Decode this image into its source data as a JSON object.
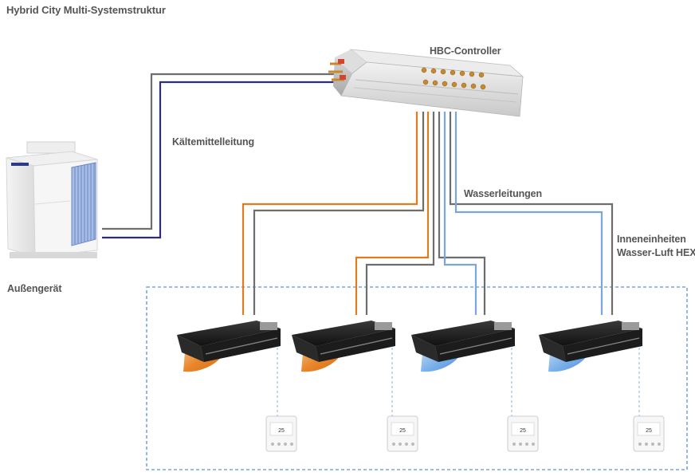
{
  "title": "Hybrid City Multi-Systemstruktur",
  "labels": {
    "controller": "HBC-Controller",
    "refrigerant_line": "Kältemittelleitung",
    "water_lines": "Wasserleitungen",
    "indoor_units_line1": "Inneneinheiten",
    "indoor_units_line2": "Wasser-Luft HEX",
    "outdoor_unit": "Außengerät"
  },
  "colors": {
    "pipe_gray": "#6e6e6e",
    "pipe_navy": "#2d2d7a",
    "pipe_orange": "#e07b1e",
    "pipe_blue": "#7aa6dc",
    "dashed_frame": "#7aa6dc",
    "air_warm": "#e8862a",
    "air_cool": "#5c9ee0"
  },
  "indoor_units": [
    {
      "mode": "heating",
      "airflow_color": "orange"
    },
    {
      "mode": "heating",
      "airflow_color": "orange"
    },
    {
      "mode": "cooling",
      "airflow_color": "blue"
    },
    {
      "mode": "cooling",
      "airflow_color": "blue"
    }
  ]
}
